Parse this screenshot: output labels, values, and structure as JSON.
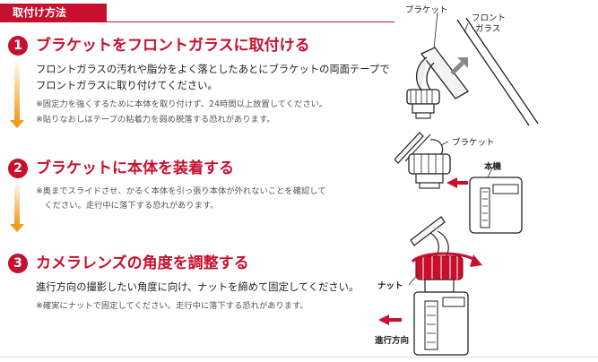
{
  "header": {
    "title": "取付け方法"
  },
  "steps": [
    {
      "number": "1",
      "title": "ブラケットをフロントガラスに取付ける",
      "desc": [
        "フロントガラスの汚れや脂分をよく落としたあとにブラケットの両面テープで",
        "フロントガラスに取り付けてください。"
      ],
      "notes": [
        "※固定力を強くするために本体を取り付けず、24時間以上放置してください。",
        "※貼りなおしはテープの粘着力を弱め脱落する恐れがあります。"
      ]
    },
    {
      "number": "2",
      "title": "ブラケットに本体を装着する",
      "desc": [],
      "notes": [
        "※奥までスライドさせ、かるく本体を引っ張り本体が外れないことを確認して",
        "　ください。走行中に落下する恐れがあります。"
      ]
    },
    {
      "number": "3",
      "title": "カメラレンズの角度を調整する",
      "desc": [
        "進行方向の撮影したい角度に向け、ナットを締めて固定してください。"
      ],
      "notes": [
        "※確実にナットで固定してください。走行中に落下する恐れがあります。"
      ]
    }
  ],
  "illustrations": {
    "fig1": {
      "bracket_label": "ブラケット",
      "glass_label_1": "フロント",
      "glass_label_2": "ガラス"
    },
    "fig2": {
      "bracket_label": "ブラケット",
      "body_label": "本機"
    },
    "fig3": {
      "nut_label": "ナット",
      "direction_label": "進行方向"
    }
  },
  "colors": {
    "accent": "#c8102e",
    "arrow": "#f39c1a"
  }
}
